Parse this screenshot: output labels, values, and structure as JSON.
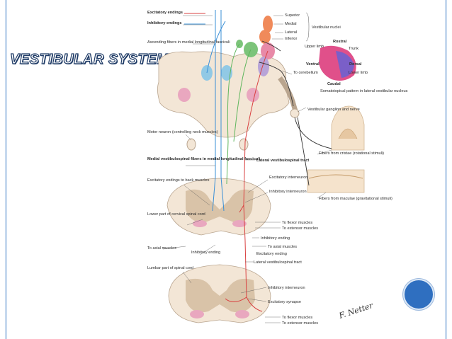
{
  "slide": {
    "title": "VESTIBULAR SYSTEM",
    "colors": {
      "title_fill": "#ffffff",
      "title_outline": "#1f3b66",
      "frame": "#c6d9ee",
      "decoration": "#2f6fc0"
    }
  },
  "diagram": {
    "legend": {
      "excitatory": "Excitatory endings",
      "inhibitory": "Inhibitory endings"
    },
    "nuclei": {
      "superior": "Superior",
      "medial": "Medial",
      "lateral": "Lateral",
      "inferior": "Inferior",
      "group": "Vestibular nuclei"
    },
    "labels": {
      "ascending": "Ascending fibers in medial longitudinal fasciculi",
      "to_cerebellum": "To cerebellum",
      "somatotopical": "Somatotopical pattern in lateral vestibular nucleus",
      "ganglion": "Vestibular ganglion and nerve",
      "motor_neuron": "Motor neuron (controlling neck muscles)",
      "medial_vs": "Medial vestibulospinal fibers in medial longitudinal fasciculi",
      "lateral_vs": "Lateral vestibulospinal tract",
      "exc_back": "Excitatory endings to back muscles",
      "exc_interneuron": "Excitatory interneuron",
      "inh_interneuron": "Inhibitory interneuron",
      "cristae": "Fibers from cristae (rotational stimuli)",
      "maculae": "Fibers from maculae (gravitational stimuli)",
      "cervical": "Lower part of cervical spinal cord",
      "to_flexor": "To flexor muscles",
      "to_extensor": "To extensor muscles",
      "inh_ending": "Inhibitory ending",
      "to_axial": "To axial muscles",
      "to_axial_left": "To axial muscles",
      "inh_ending_left": "Inhibitory ending",
      "exc_ending": "Excitatory ending",
      "lateral_vs_tract": "Lateral vestibulospinal tract",
      "lumbar": "Lumbar part of spinal cord",
      "inh_interneuron_2": "Inhibitory interneuron",
      "exc_synapse": "Excitatory synapse",
      "to_flexor_2": "To flexor muscles",
      "to_extensor_2": "To extensor muscles"
    },
    "somatotopy": {
      "rostral": "Rostral",
      "trunk": "Trunk",
      "upper_limb": "Upper limb",
      "ventral": "Ventral",
      "dorsal": "Dorsal",
      "lower_limb": "Lower limb",
      "caudal": "Caudal"
    },
    "signature": "F. Netter",
    "colors": {
      "excitatory_line": "#d94040",
      "inhibitory_line": "#3a8fd6",
      "cord": "#f3e6d6",
      "gray_matter": "#d9c3a8",
      "nucleus_orange": "#f08a5a",
      "nucleus_green": "#7cc47a",
      "nucleus_pink": "#e88aa8",
      "nucleus_violet": "#b8a4d8",
      "soma_rostral": "#e0508a",
      "soma_dorsal": "#7a5fc8"
    }
  }
}
